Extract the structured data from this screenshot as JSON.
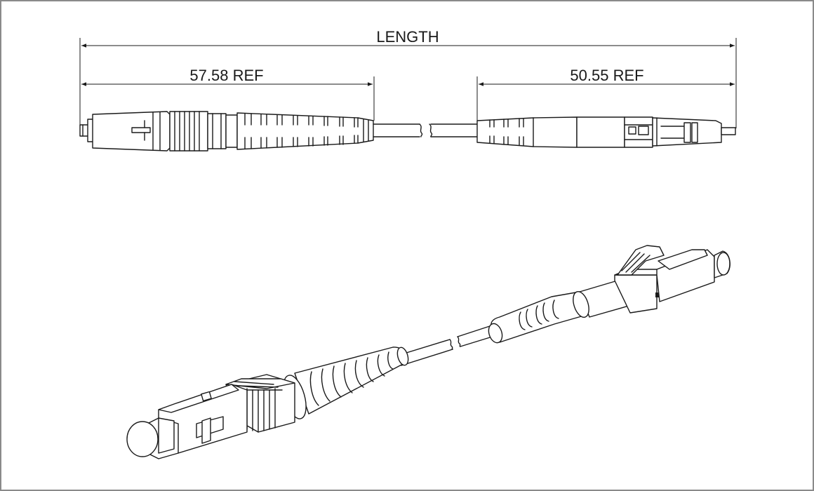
{
  "dimensions": {
    "overall_label": "LENGTH",
    "left_ref_label": "57.58 REF",
    "right_ref_label": "50.55 REF"
  },
  "colors": {
    "line": "#1a1a1a",
    "background": "#ffffff",
    "frame": "#8a8a8a"
  }
}
